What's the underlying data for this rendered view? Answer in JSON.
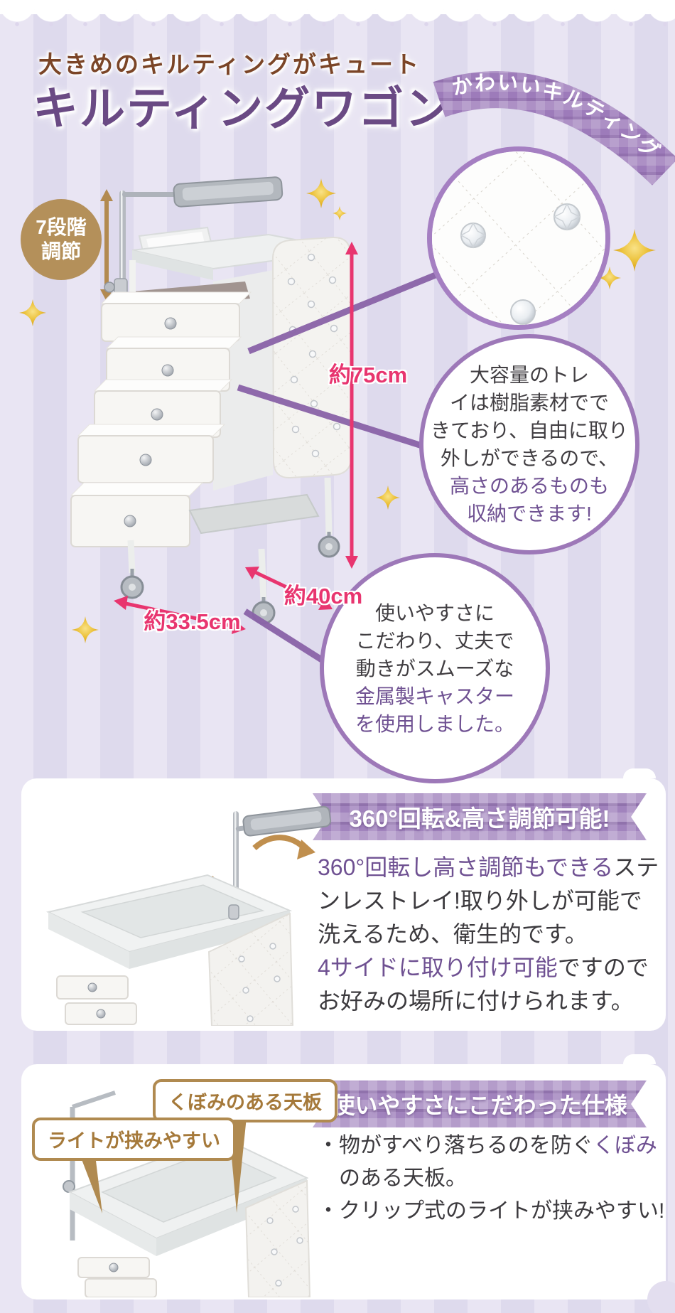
{
  "header": {
    "subtitle": "大きめのキルティングがキュート",
    "title": "キルティングワゴン",
    "ribbon": "かわいいキルティング"
  },
  "hero": {
    "badge": {
      "line1": "7段階",
      "line2": "調節"
    },
    "dims": {
      "height": "約75cm",
      "depth": "約40cm",
      "width": "約33.5cm"
    },
    "tray_bubble": {
      "dark": "大容量のトレ\nイは樹脂素材でで\nきており、自由に取り\n外しができるので、",
      "purple": "高さのあるものも\n収納できます!"
    },
    "caster_bubble": {
      "dark": "使いやすさに\nこだわり、丈夫で\n動きがスムーズな",
      "purple": "金属製キャスター\nを使用しました。"
    }
  },
  "sections": {
    "rotate": {
      "banner": "360°回転&高さ調節可能!",
      "lines": [
        {
          "purple": "360°回転し高さ調節もできる",
          "dark": "ステ"
        },
        {
          "purple": "",
          "dark": "ンレストレイ!取り外しが可能で"
        },
        {
          "purple": "",
          "dark": "洗えるため、衛生的です。"
        },
        {
          "purple": "4サイドに取り付け可能",
          "dark": "ですので"
        },
        {
          "purple": "",
          "dark": "お好みの場所に付けられます。"
        }
      ]
    },
    "usability": {
      "banner": "使いやすさにこだわった仕様",
      "label_top": "くぼみのある天板",
      "label_light": "ライトが挟みやすい",
      "bullet1_dark": "・物がすべり落ちるのを防ぐ",
      "bullet1_purple": "くぼみ",
      "bullet1_line2": "のある天板。",
      "bullet2": "・クリップ式のライトが挟みやすい!"
    }
  },
  "colors": {
    "accent_purple": "#6f5192",
    "title_purple": "#6a4a84",
    "title_brown": "#7b4527",
    "pink": "#e8356f",
    "tan": "#b08a50",
    "ribbon_purple": "#9d7bba",
    "bubble_border": "#9d78b8"
  }
}
